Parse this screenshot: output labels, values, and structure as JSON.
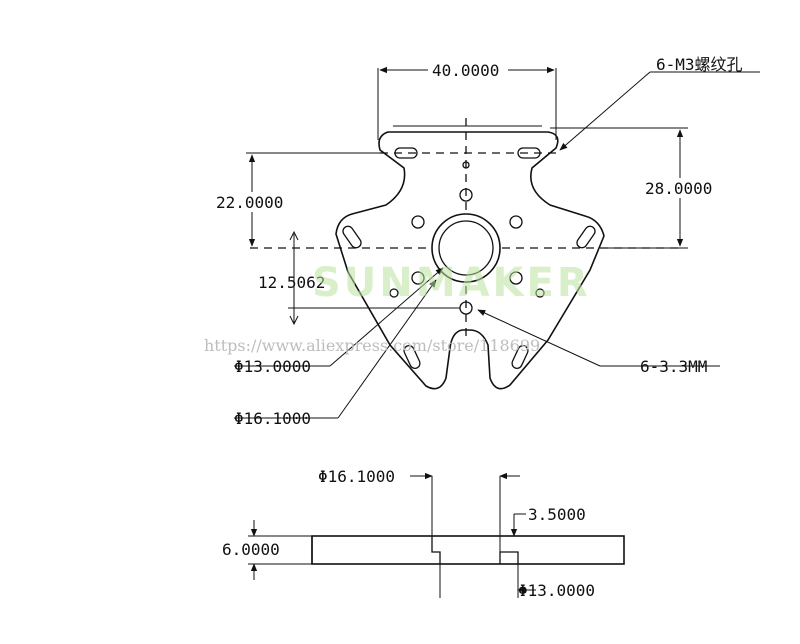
{
  "top_view": {
    "width": "40.0000",
    "height": "28.0000",
    "offset": "22.0000",
    "center_offset": "12.5062",
    "inner_diameter": "Φ13.0000",
    "outer_diameter": "Φ16.1000",
    "thread_holes": "6-M3螺纹孔",
    "slot_holes": "6-3.3MM"
  },
  "side_view": {
    "outer_diameter": "Φ16.1000",
    "inner_diameter": "Φ13.0000",
    "step_depth": "3.5000",
    "thickness": "6.0000"
  },
  "watermark": {
    "brand": "SUNMAKER",
    "url": "https://www.aliexpress.com/store/118699"
  },
  "colors": {
    "line": "#111111",
    "watermark_brand": "#b9e3a0",
    "watermark_url": "#bdbdbd"
  }
}
